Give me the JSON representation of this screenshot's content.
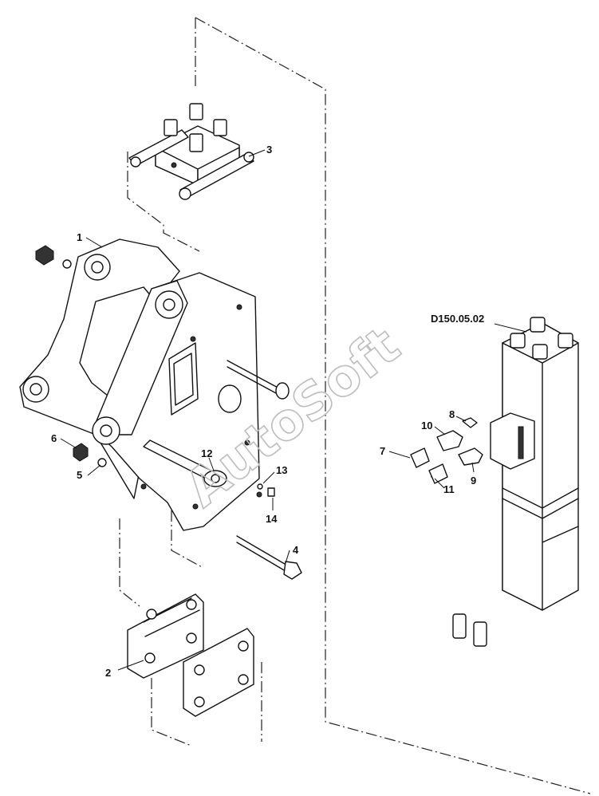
{
  "watermark": "AutoSoft",
  "assembly_label": "D150.05.02",
  "callouts": [
    "1",
    "2",
    "3",
    "4",
    "5",
    "6",
    "7",
    "8",
    "9",
    "10",
    "11",
    "12",
    "13",
    "14"
  ]
}
